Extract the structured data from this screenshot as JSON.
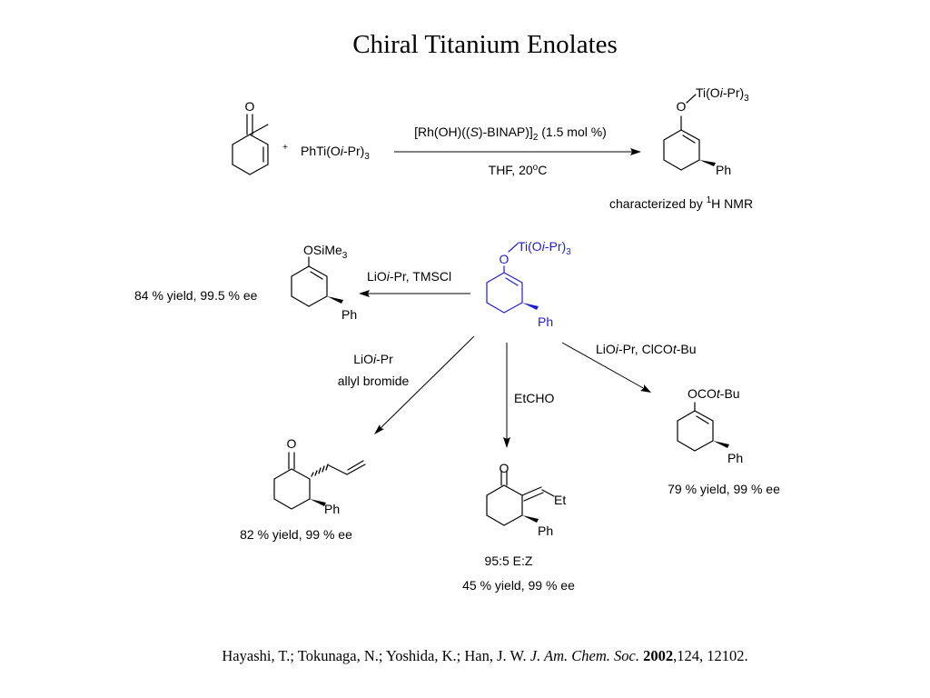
{
  "title": "Chiral Titanium Enolates",
  "top_reaction": {
    "ketone_atom": "O",
    "plus": "+",
    "reagent": {
      "a": "PhTi(O",
      "b": "i",
      "c": "-Pr)",
      "sub": "3"
    },
    "conditions_top": {
      "a": "[Rh(OH)((",
      "b": "S",
      "c": ")-BINAP)]",
      "sub": "2",
      "d": " (1.5 mol %)"
    },
    "conditions_bottom": {
      "a": "THF, 20",
      "sup": "o",
      "b": "C"
    },
    "product_o": "O",
    "product_ti": {
      "a": "Ti(O",
      "b": "i",
      "c": "-Pr)",
      "sub": "3"
    },
    "product_ph": "Ph",
    "note": {
      "a": "characterized by ",
      "sup": "1",
      "b": "H NMR"
    }
  },
  "center": {
    "o": "O",
    "ti": {
      "a": "Ti(O",
      "b": "i",
      "c": "-Pr)",
      "sub": "3"
    },
    "ph": "Ph"
  },
  "left": {
    "reagent": {
      "a": "LiO",
      "b": "i",
      "c": "-Pr, TMSCl"
    },
    "group": {
      "a": "OSiMe",
      "sub": "3"
    },
    "ph": "Ph",
    "yield": "84 % yield, 99.5 % ee"
  },
  "bottom_left": {
    "reagent_1": {
      "a": "LiO",
      "b": "i",
      "c": "-Pr"
    },
    "reagent_2": "allyl bromide",
    "o": "O",
    "ph": "Ph",
    "yield": "82 % yield, 99 % ee"
  },
  "bottom_center": {
    "reagent": "EtCHO",
    "o": "O",
    "et": "Et",
    "ph": "Ph",
    "ratio": "95:5 E:Z",
    "yield": "45 % yield, 99 % ee"
  },
  "right": {
    "reagent": {
      "a": "LiO",
      "b": "i",
      "c": "-Pr, ClCO",
      "d": "t",
      "e": "-Bu"
    },
    "group": {
      "a": "OCO",
      "b": "t",
      "c": "-Bu"
    },
    "ph": "Ph",
    "yield": "79 % yield, 99 % ee"
  },
  "citation": {
    "authors": "Hayashi, T.; Tokunaga, N.; Yoshida, K.; Han, J. W. ",
    "journal": "J. Am. Chem. Soc.",
    "year": "2002",
    "rest": ",124, 12102."
  }
}
